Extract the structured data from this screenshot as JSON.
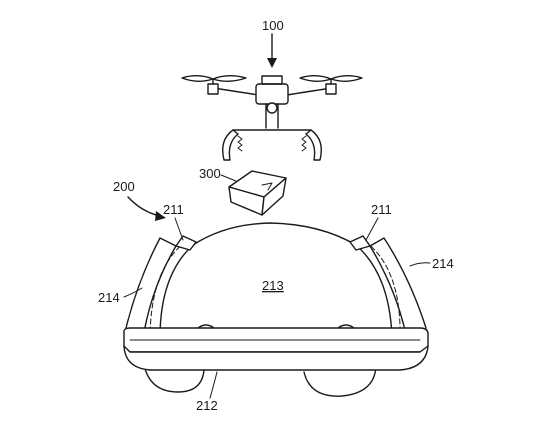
{
  "figure": {
    "labels": {
      "drone": "100",
      "vehicle": "200",
      "package": "300",
      "receptacle_left": "211",
      "receptacle_right": "211",
      "bumper": "212",
      "roof": "213",
      "side_left": "214",
      "side_right": "214"
    },
    "line_color": "#1a1a1a",
    "background": "#ffffff"
  }
}
